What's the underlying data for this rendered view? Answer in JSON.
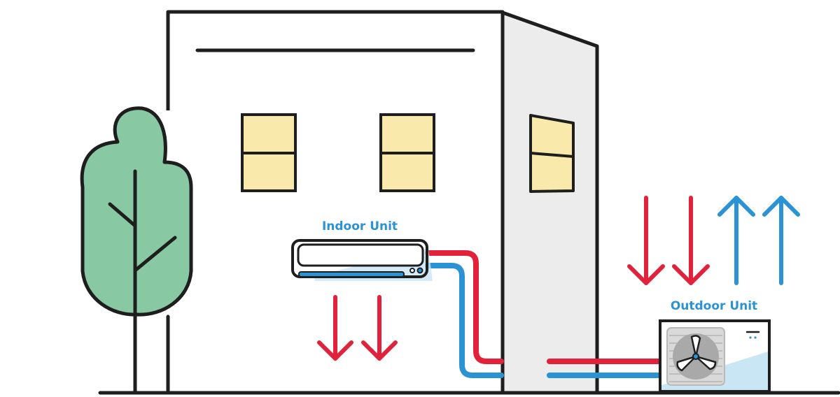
{
  "labels": {
    "indoor_unit": "Indoor Unit",
    "outdoor_unit": "Outdoor Unit"
  },
  "colors": {
    "outline": "#1e1e1e",
    "wall_side": "#ececec",
    "window_glass": "#f9e9aa",
    "tree": "#88c9a3",
    "hot": "#e2223b",
    "cold": "#2b92d4",
    "label": "#2b92d4",
    "unit_glass": "#c9e6f5",
    "fan_grille": "#cfcfcf"
  },
  "arrows": {
    "indoor": [
      "down",
      "down"
    ],
    "outdoor_hot": [
      "down",
      "down"
    ],
    "outdoor_cold": [
      "up",
      "up"
    ]
  }
}
